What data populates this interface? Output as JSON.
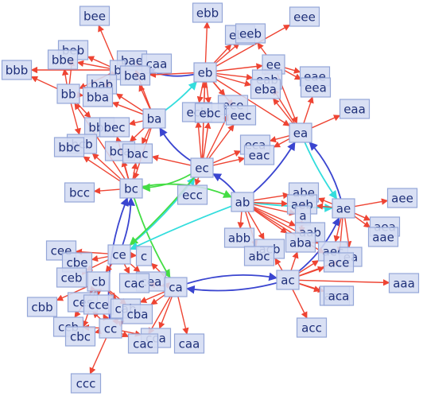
{
  "colors": {
    "red": "#ee4433",
    "blue": "#3a45d0",
    "cyan": "#33dddd",
    "green": "#44dd44",
    "node_fill": "#d4dcf3",
    "node_border": "#94a6d8",
    "label": "#1e2f78"
  },
  "nodes": [
    {
      "id": "bee",
      "label": "bee"
    },
    {
      "id": "ebb",
      "label": "ebb"
    },
    {
      "id": "eee",
      "label": "eee"
    },
    {
      "id": "ebe",
      "label": "ebe"
    },
    {
      "id": "eeb",
      "label": "eeb"
    },
    {
      "id": "beb",
      "label": "beb"
    },
    {
      "id": "bbe",
      "label": "bbe"
    },
    {
      "id": "bbb",
      "label": "bbb"
    },
    {
      "id": "bae",
      "label": "bae"
    },
    {
      "id": "caa",
      "label": "caa"
    },
    {
      "id": "b",
      "label": "b"
    },
    {
      "id": "bea",
      "label": "bea"
    },
    {
      "id": "eb",
      "label": "eb"
    },
    {
      "id": "ee",
      "label": "ee"
    },
    {
      "id": "eab",
      "label": "eab"
    },
    {
      "id": "eae",
      "label": "eae"
    },
    {
      "id": "eea",
      "label": "eea"
    },
    {
      "id": "eba",
      "label": "eba"
    },
    {
      "id": "bab",
      "label": "bab"
    },
    {
      "id": "bb",
      "label": "bb"
    },
    {
      "id": "bba",
      "label": "bba"
    },
    {
      "id": "ece",
      "label": "ece"
    },
    {
      "id": "eec",
      "label": "eec"
    },
    {
      "id": "ecb",
      "label": "ecb"
    },
    {
      "id": "ebc",
      "label": "ebc"
    },
    {
      "id": "eaa",
      "label": "eaa"
    },
    {
      "id": "bbc",
      "label": "bbc"
    },
    {
      "id": "bec",
      "label": "bec"
    },
    {
      "id": "ba",
      "label": "ba"
    },
    {
      "id": "ea",
      "label": "ea"
    },
    {
      "id": "bcb",
      "label": "bcb"
    },
    {
      "id": "bbce",
      "label": "bbc"
    },
    {
      "id": "bca",
      "label": "bca"
    },
    {
      "id": "bac",
      "label": "bac"
    },
    {
      "id": "eca",
      "label": "eca"
    },
    {
      "id": "eac",
      "label": "eac"
    },
    {
      "id": "ec",
      "label": "ec"
    },
    {
      "id": "bcc",
      "label": "bcc"
    },
    {
      "id": "bc",
      "label": "bc"
    },
    {
      "id": "ecc",
      "label": "ecc"
    },
    {
      "id": "ab",
      "label": "ab"
    },
    {
      "id": "abe",
      "label": "abe"
    },
    {
      "id": "aeb",
      "label": "aeb"
    },
    {
      "id": "a",
      "label": "a"
    },
    {
      "id": "ae",
      "label": "ae"
    },
    {
      "id": "aee",
      "label": "aee"
    },
    {
      "id": "aab",
      "label": "aab"
    },
    {
      "id": "aea",
      "label": "aea"
    },
    {
      "id": "aae",
      "label": "aae"
    },
    {
      "id": "abb",
      "label": "abb"
    },
    {
      "id": "aba",
      "label": "aba"
    },
    {
      "id": "cee",
      "label": "cee"
    },
    {
      "id": "ce",
      "label": "ce"
    },
    {
      "id": "c",
      "label": "c"
    },
    {
      "id": "acb",
      "label": "acb"
    },
    {
      "id": "aec",
      "label": "aec"
    },
    {
      "id": "ea2",
      "label": "ea"
    },
    {
      "id": "abc",
      "label": "abc"
    },
    {
      "id": "ace",
      "label": "ace"
    },
    {
      "id": "cbe",
      "label": "cbe"
    },
    {
      "id": "ceb",
      "label": "ceb"
    },
    {
      "id": "cb",
      "label": "cb"
    },
    {
      "id": "cea",
      "label": "cea"
    },
    {
      "id": "cac",
      "label": "cac"
    },
    {
      "id": "ca",
      "label": "ca"
    },
    {
      "id": "ac",
      "label": "ac"
    },
    {
      "id": "aaa",
      "label": "aaa"
    },
    {
      "id": "cbb",
      "label": "cbb"
    },
    {
      "id": "ces",
      "label": "ces"
    },
    {
      "id": "cce",
      "label": "cce"
    },
    {
      "id": "cab",
      "label": "cab"
    },
    {
      "id": "aac",
      "label": "aac"
    },
    {
      "id": "aca",
      "label": "aca"
    },
    {
      "id": "cba",
      "label": "cba"
    },
    {
      "id": "ccb",
      "label": "ccb"
    },
    {
      "id": "cc",
      "label": "cc"
    },
    {
      "id": "cbc",
      "label": "cbc"
    },
    {
      "id": "cca",
      "label": "cca"
    },
    {
      "id": "cac2",
      "label": "cac"
    },
    {
      "id": "caa2",
      "label": "caa"
    },
    {
      "id": "acc",
      "label": "acc"
    },
    {
      "id": "ccc",
      "label": "ccc"
    }
  ],
  "edges": [
    {
      "from": "eb",
      "to": "bae",
      "color": "blue"
    },
    {
      "from": "ba",
      "to": "eb",
      "color": "cyan"
    },
    {
      "from": "ec",
      "to": "eb",
      "color": "red"
    },
    {
      "from": "ec",
      "to": "ba",
      "color": "blue"
    },
    {
      "from": "ab",
      "to": "ec",
      "color": "blue"
    },
    {
      "from": "ec",
      "to": "bc",
      "color": "green"
    },
    {
      "from": "bc",
      "to": "ab",
      "color": "green"
    },
    {
      "from": "ab",
      "to": "ea",
      "color": "blue"
    },
    {
      "from": "ea",
      "to": "ae",
      "color": "cyan"
    },
    {
      "from": "ae",
      "to": "ea",
      "color": "blue"
    },
    {
      "from": "ab",
      "to": "ae",
      "color": "cyan"
    },
    {
      "from": "ca",
      "to": "ac",
      "color": "blue"
    },
    {
      "from": "ac",
      "to": "ca",
      "color": "blue"
    },
    {
      "from": "ac",
      "to": "ae",
      "color": "blue"
    },
    {
      "from": "bc",
      "to": "ca",
      "color": "green"
    },
    {
      "from": "ce",
      "to": "bc",
      "color": "blue"
    },
    {
      "from": "cc",
      "to": "bc",
      "color": "blue"
    },
    {
      "from": "ce",
      "to": "ec",
      "color": "cyan"
    },
    {
      "from": "ec",
      "to": "ce",
      "color": "green"
    },
    {
      "from": "ab",
      "to": "ce",
      "color": "cyan"
    },
    {
      "from": "eb",
      "to": "ebb",
      "color": "red"
    },
    {
      "from": "eb",
      "to": "eee",
      "color": "red"
    },
    {
      "from": "eb",
      "to": "ebe",
      "color": "red"
    },
    {
      "from": "eb",
      "to": "eeb",
      "color": "red"
    },
    {
      "from": "eb",
      "to": "ee",
      "color": "red"
    },
    {
      "from": "eb",
      "to": "eab",
      "color": "red"
    },
    {
      "from": "eb",
      "to": "eba",
      "color": "red"
    },
    {
      "from": "eb",
      "to": "ece",
      "color": "red"
    },
    {
      "from": "eb",
      "to": "eec",
      "color": "red"
    },
    {
      "from": "eb",
      "to": "ecb",
      "color": "red"
    },
    {
      "from": "eb",
      "to": "ebc",
      "color": "red"
    },
    {
      "from": "eb",
      "to": "ea",
      "color": "red"
    },
    {
      "from": "eb",
      "to": "bea",
      "color": "red"
    },
    {
      "from": "ee",
      "to": "eae",
      "color": "red"
    },
    {
      "from": "ee",
      "to": "eea",
      "color": "red"
    },
    {
      "from": "ee",
      "to": "eab",
      "color": "red"
    },
    {
      "from": "ee",
      "to": "eeb",
      "color": "red"
    },
    {
      "from": "ee",
      "to": "ea",
      "color": "red"
    },
    {
      "from": "ea",
      "to": "eaa",
      "color": "red"
    },
    {
      "from": "ea",
      "to": "eca",
      "color": "red"
    },
    {
      "from": "ea",
      "to": "eac",
      "color": "red"
    },
    {
      "from": "ea",
      "to": "eea",
      "color": "red"
    },
    {
      "from": "ea",
      "to": "eba",
      "color": "red"
    },
    {
      "from": "ea",
      "to": "eab",
      "color": "red"
    },
    {
      "from": "ec",
      "to": "ecb",
      "color": "red"
    },
    {
      "from": "ec",
      "to": "ebc",
      "color": "red"
    },
    {
      "from": "ec",
      "to": "ece",
      "color": "red"
    },
    {
      "from": "ec",
      "to": "eec",
      "color": "red"
    },
    {
      "from": "ec",
      "to": "eca",
      "color": "red"
    },
    {
      "from": "ec",
      "to": "eac",
      "color": "red"
    },
    {
      "from": "ec",
      "to": "ecc",
      "color": "red"
    },
    {
      "from": "ec",
      "to": "bac",
      "color": "red"
    },
    {
      "from": "ec",
      "to": "eb",
      "color": "red"
    },
    {
      "from": "b",
      "to": "bee",
      "color": "red"
    },
    {
      "from": "b",
      "to": "beb",
      "color": "red"
    },
    {
      "from": "b",
      "to": "bbe",
      "color": "red"
    },
    {
      "from": "b",
      "to": "bbb",
      "color": "red"
    },
    {
      "from": "b",
      "to": "bae",
      "color": "red"
    },
    {
      "from": "b",
      "to": "bea",
      "color": "red"
    },
    {
      "from": "b",
      "to": "bab",
      "color": "red"
    },
    {
      "from": "b",
      "to": "bb",
      "color": "red"
    },
    {
      "from": "b",
      "to": "bba",
      "color": "red"
    },
    {
      "from": "b",
      "to": "caa",
      "color": "red"
    },
    {
      "from": "bb",
      "to": "bbb",
      "color": "red"
    },
    {
      "from": "bb",
      "to": "bbe",
      "color": "red"
    },
    {
      "from": "bb",
      "to": "bbc",
      "color": "red"
    },
    {
      "from": "bb",
      "to": "bcb",
      "color": "red"
    },
    {
      "from": "bb",
      "to": "bba",
      "color": "red"
    },
    {
      "from": "bb",
      "to": "beb",
      "color": "red"
    },
    {
      "from": "ba",
      "to": "bea",
      "color": "red"
    },
    {
      "from": "ba",
      "to": "bab",
      "color": "red"
    },
    {
      "from": "ba",
      "to": "bba",
      "color": "red"
    },
    {
      "from": "ba",
      "to": "bec",
      "color": "red"
    },
    {
      "from": "ba",
      "to": "bca",
      "color": "red"
    },
    {
      "from": "ba",
      "to": "bac",
      "color": "red"
    },
    {
      "from": "ba",
      "to": "bae",
      "color": "red"
    },
    {
      "from": "ba",
      "to": "bc",
      "color": "red"
    },
    {
      "from": "bc",
      "to": "bcc",
      "color": "red"
    },
    {
      "from": "bc",
      "to": "bcb",
      "color": "red"
    },
    {
      "from": "bc",
      "to": "bbce",
      "color": "red"
    },
    {
      "from": "bc",
      "to": "bca",
      "color": "red"
    },
    {
      "from": "bc",
      "to": "bac",
      "color": "red"
    },
    {
      "from": "bc",
      "to": "bec",
      "color": "red"
    },
    {
      "from": "bc",
      "to": "bb",
      "color": "red"
    },
    {
      "from": "ab",
      "to": "abe",
      "color": "red"
    },
    {
      "from": "ab",
      "to": "aeb",
      "color": "red"
    },
    {
      "from": "ab",
      "to": "a",
      "color": "red"
    },
    {
      "from": "ab",
      "to": "aab",
      "color": "red"
    },
    {
      "from": "ab",
      "to": "abb",
      "color": "red"
    },
    {
      "from": "ab",
      "to": "aba",
      "color": "red"
    },
    {
      "from": "ab",
      "to": "acb",
      "color": "red"
    },
    {
      "from": "ab",
      "to": "abc",
      "color": "red"
    },
    {
      "from": "ab",
      "to": "aec",
      "color": "red"
    },
    {
      "from": "ab",
      "to": "ace",
      "color": "red"
    },
    {
      "from": "ae",
      "to": "aee",
      "color": "red"
    },
    {
      "from": "ae",
      "to": "aea",
      "color": "red"
    },
    {
      "from": "ae",
      "to": "aae",
      "color": "red"
    },
    {
      "from": "ae",
      "to": "aeb",
      "color": "red"
    },
    {
      "from": "ae",
      "to": "aec",
      "color": "red"
    },
    {
      "from": "ae",
      "to": "ea2",
      "color": "red"
    },
    {
      "from": "ae",
      "to": "ace",
      "color": "red"
    },
    {
      "from": "ae",
      "to": "abe",
      "color": "red"
    },
    {
      "from": "a",
      "to": "aab",
      "color": "red"
    },
    {
      "from": "a",
      "to": "aba",
      "color": "red"
    },
    {
      "from": "a",
      "to": "aeb",
      "color": "red"
    },
    {
      "from": "a",
      "to": "abe",
      "color": "red"
    },
    {
      "from": "ac",
      "to": "acc",
      "color": "red"
    },
    {
      "from": "ac",
      "to": "aaa",
      "color": "red"
    },
    {
      "from": "ac",
      "to": "aac",
      "color": "red"
    },
    {
      "from": "ac",
      "to": "aca",
      "color": "red"
    },
    {
      "from": "ac",
      "to": "ace",
      "color": "red"
    },
    {
      "from": "ac",
      "to": "aec",
      "color": "red"
    },
    {
      "from": "ac",
      "to": "acb",
      "color": "red"
    },
    {
      "from": "ac",
      "to": "aba",
      "color": "red"
    },
    {
      "from": "ac",
      "to": "ea2",
      "color": "red"
    },
    {
      "from": "ce",
      "to": "cee",
      "color": "red"
    },
    {
      "from": "ce",
      "to": "cbe",
      "color": "red"
    },
    {
      "from": "ce",
      "to": "ceb",
      "color": "red"
    },
    {
      "from": "ce",
      "to": "cb",
      "color": "red"
    },
    {
      "from": "ce",
      "to": "cea",
      "color": "red"
    },
    {
      "from": "ce",
      "to": "cac",
      "color": "red"
    },
    {
      "from": "ce",
      "to": "c",
      "color": "red"
    },
    {
      "from": "cb",
      "to": "cbb",
      "color": "red"
    },
    {
      "from": "cb",
      "to": "cbe",
      "color": "red"
    },
    {
      "from": "cb",
      "to": "ces",
      "color": "red"
    },
    {
      "from": "cb",
      "to": "cce",
      "color": "red"
    },
    {
      "from": "cb",
      "to": "ccb",
      "color": "red"
    },
    {
      "from": "cb",
      "to": "cbc",
      "color": "red"
    },
    {
      "from": "cb",
      "to": "cab",
      "color": "red"
    },
    {
      "from": "cb",
      "to": "cba",
      "color": "red"
    },
    {
      "from": "ca",
      "to": "cea",
      "color": "red"
    },
    {
      "from": "ca",
      "to": "cac",
      "color": "red"
    },
    {
      "from": "ca",
      "to": "cab",
      "color": "red"
    },
    {
      "from": "ca",
      "to": "cba",
      "color": "red"
    },
    {
      "from": "ca",
      "to": "cca",
      "color": "red"
    },
    {
      "from": "ca",
      "to": "caa2",
      "color": "red"
    },
    {
      "from": "ca",
      "to": "cac2",
      "color": "red"
    },
    {
      "from": "ca",
      "to": "c",
      "color": "red"
    },
    {
      "from": "cc",
      "to": "ccc",
      "color": "red"
    },
    {
      "from": "cc",
      "to": "ccb",
      "color": "red"
    },
    {
      "from": "cc",
      "to": "cbc",
      "color": "red"
    },
    {
      "from": "cc",
      "to": "cca",
      "color": "red"
    },
    {
      "from": "cc",
      "to": "cac2",
      "color": "red"
    },
    {
      "from": "cc",
      "to": "cce",
      "color": "red"
    },
    {
      "from": "cc",
      "to": "ces",
      "color": "red"
    },
    {
      "from": "cc",
      "to": "cab",
      "color": "red"
    },
    {
      "from": "cc",
      "to": "cba",
      "color": "red"
    }
  ]
}
